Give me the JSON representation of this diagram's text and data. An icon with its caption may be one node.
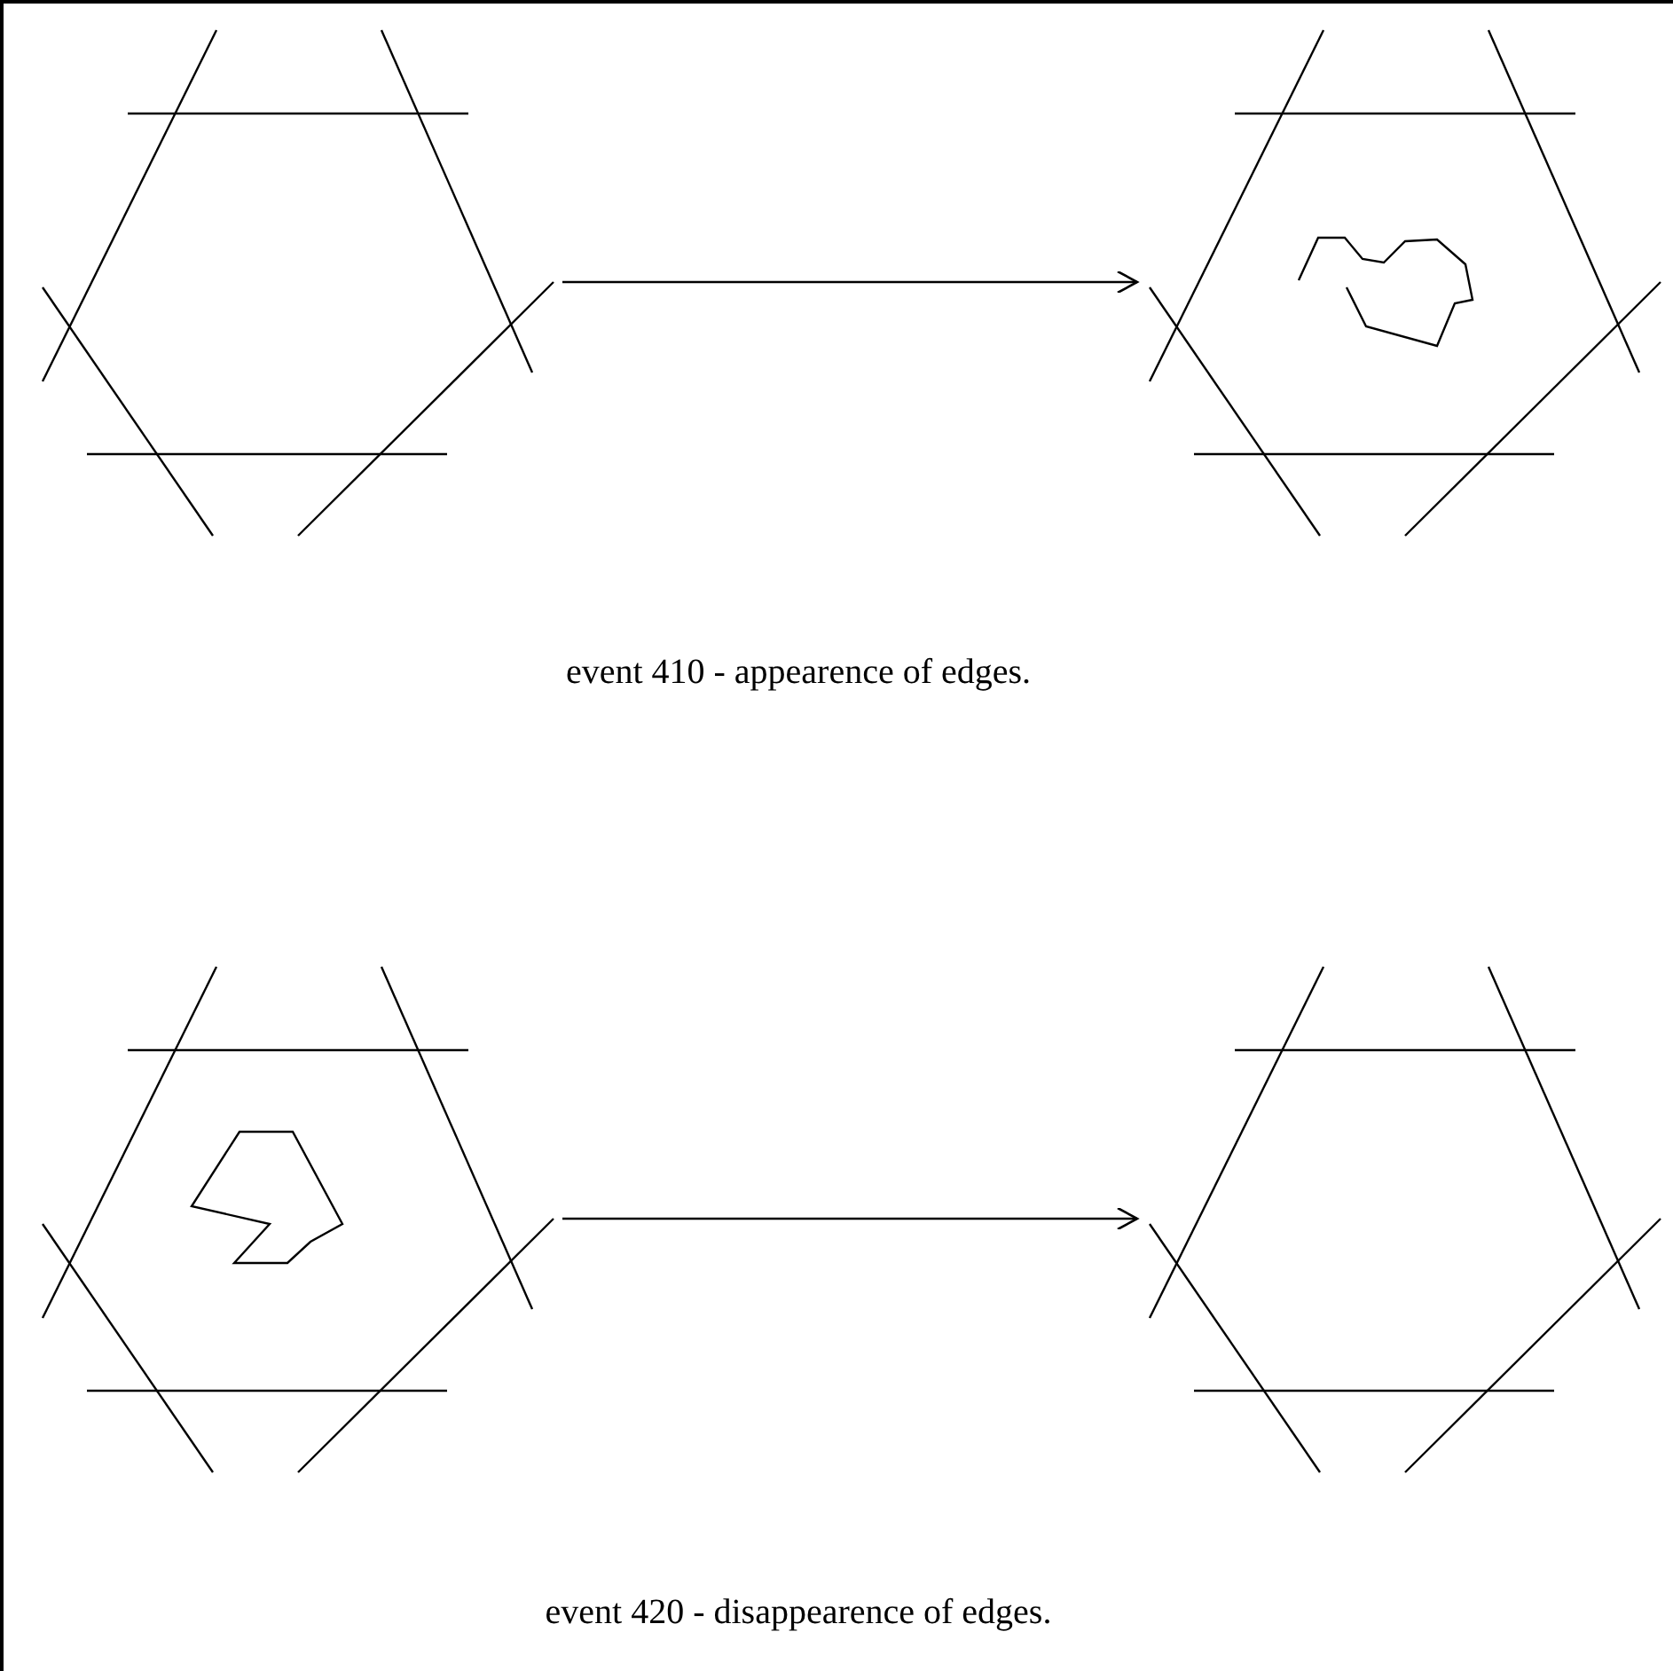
{
  "diagram": {
    "nodes": [
      {
        "text": [],
        "shape": "picture"
      },
      {
        "text": [],
        "shape": "picture"
      },
      {
        "text": [],
        "shape": "picture"
      },
      {
        "text": [],
        "shape": "picture"
      }
    ],
    "edges": [
      {
        "from": 0,
        "to": 1,
        "arrow": "to"
      },
      {
        "from": 2,
        "to": 3,
        "arrow": "to"
      }
    ],
    "labels": [
      "event 410 - appearence of edges.",
      "event 420 - disappearence of edges."
    ]
  }
}
